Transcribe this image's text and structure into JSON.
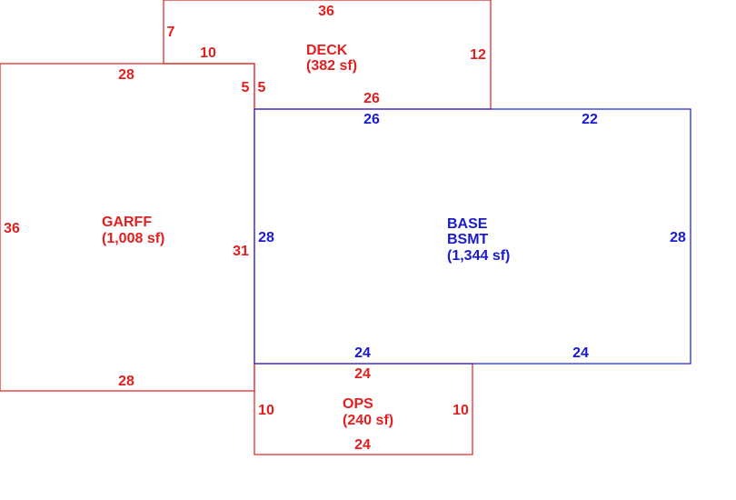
{
  "colors": {
    "red": "#e02020",
    "blue": "#1a1ad0"
  },
  "areas": {
    "deck": {
      "name": "DECK",
      "size": "(382 sf)"
    },
    "garff": {
      "name": "GARFF",
      "size": "(1,008 sf)"
    },
    "base": {
      "name1": "BASE",
      "name2": "BSMT",
      "size": "(1,344 sf)"
    },
    "ops": {
      "name": "OPS",
      "size": "(240 sf)"
    }
  },
  "dims": {
    "deck_top": "36",
    "deck_left": "7",
    "deck_step": "10",
    "deck_right": "12",
    "deck_bottom": "26",
    "deck_notch_a": "5",
    "deck_notch_b": "5",
    "garff_top": "28",
    "garff_left": "36",
    "garff_right": "31",
    "garff_bottom": "28",
    "base_top_a": "26",
    "base_top_b": "22",
    "base_left": "28",
    "base_right": "28",
    "base_bottom_a": "24",
    "base_bottom_b": "24",
    "ops_top": "24",
    "ops_left": "10",
    "ops_right": "10",
    "ops_bottom": "24"
  }
}
